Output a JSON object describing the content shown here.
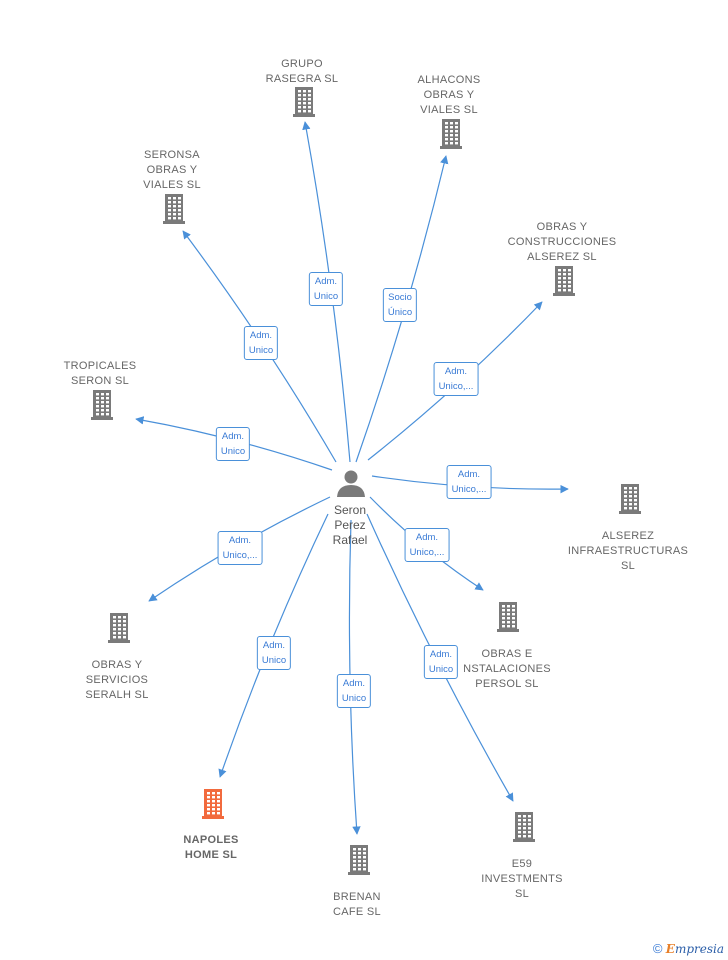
{
  "colors": {
    "edge": "#4a90d9",
    "building": "#7a7a7a",
    "highlight": "#f26a3d",
    "person": "#7a7a7a"
  },
  "center": {
    "name": "Seron\nPerez\nRafael"
  },
  "companies": [
    {
      "id": "grupo-rasegra",
      "label": "GRUPO\nRASEGRA  SL",
      "relation": "Adm.\nUnico",
      "highlight": false
    },
    {
      "id": "alhacons",
      "label": "ALHACONS\nOBRAS Y\nVIALES  SL",
      "relation": "Socio\nÚnico",
      "highlight": false
    },
    {
      "id": "seronsa",
      "label": "SERONSA\nOBRAS Y\nVIALES  SL",
      "relation": "Adm.\nUnico",
      "highlight": false
    },
    {
      "id": "obras-construcciones-alserez",
      "label": "OBRAS Y\nCONSTRUCCIONES\nALSEREZ  SL",
      "relation": "Adm.\nUnico,...",
      "highlight": false
    },
    {
      "id": "tropicales-seron",
      "label": "TROPICALES\nSERON  SL",
      "relation": "Adm.\nUnico",
      "highlight": false
    },
    {
      "id": "alserez-infraestructuras",
      "label": "ALSEREZ\nINFRAESTRUCTURAS\nSL",
      "relation": "Adm.\nUnico,...",
      "highlight": false
    },
    {
      "id": "obras-servicios-serralh",
      "label": "OBRAS Y\nSERVICIOS\nSERALH  SL",
      "relation": "Adm.\nUnico,...",
      "highlight": false
    },
    {
      "id": "obras-instalaciones-persol",
      "label": "OBRAS E\nNSTALACIONES\nPERSOL  SL",
      "relation": "Adm.\nUnico,...",
      "highlight": false
    },
    {
      "id": "napoles-home",
      "label": "NAPOLES\nHOME  SL",
      "relation": "Adm.\nUnico",
      "highlight": true
    },
    {
      "id": "brenan-cafe",
      "label": "BRENAN\nCAFE SL",
      "relation": "Adm.\nUnico",
      "highlight": false
    },
    {
      "id": "e59-investments",
      "label": "E59\nINVESTMENTS\nSL",
      "relation": "Adm.\nUnico",
      "highlight": false
    }
  ],
  "footer": {
    "copyright": "©",
    "brand_first": "E",
    "brand_rest": "mpresia"
  }
}
